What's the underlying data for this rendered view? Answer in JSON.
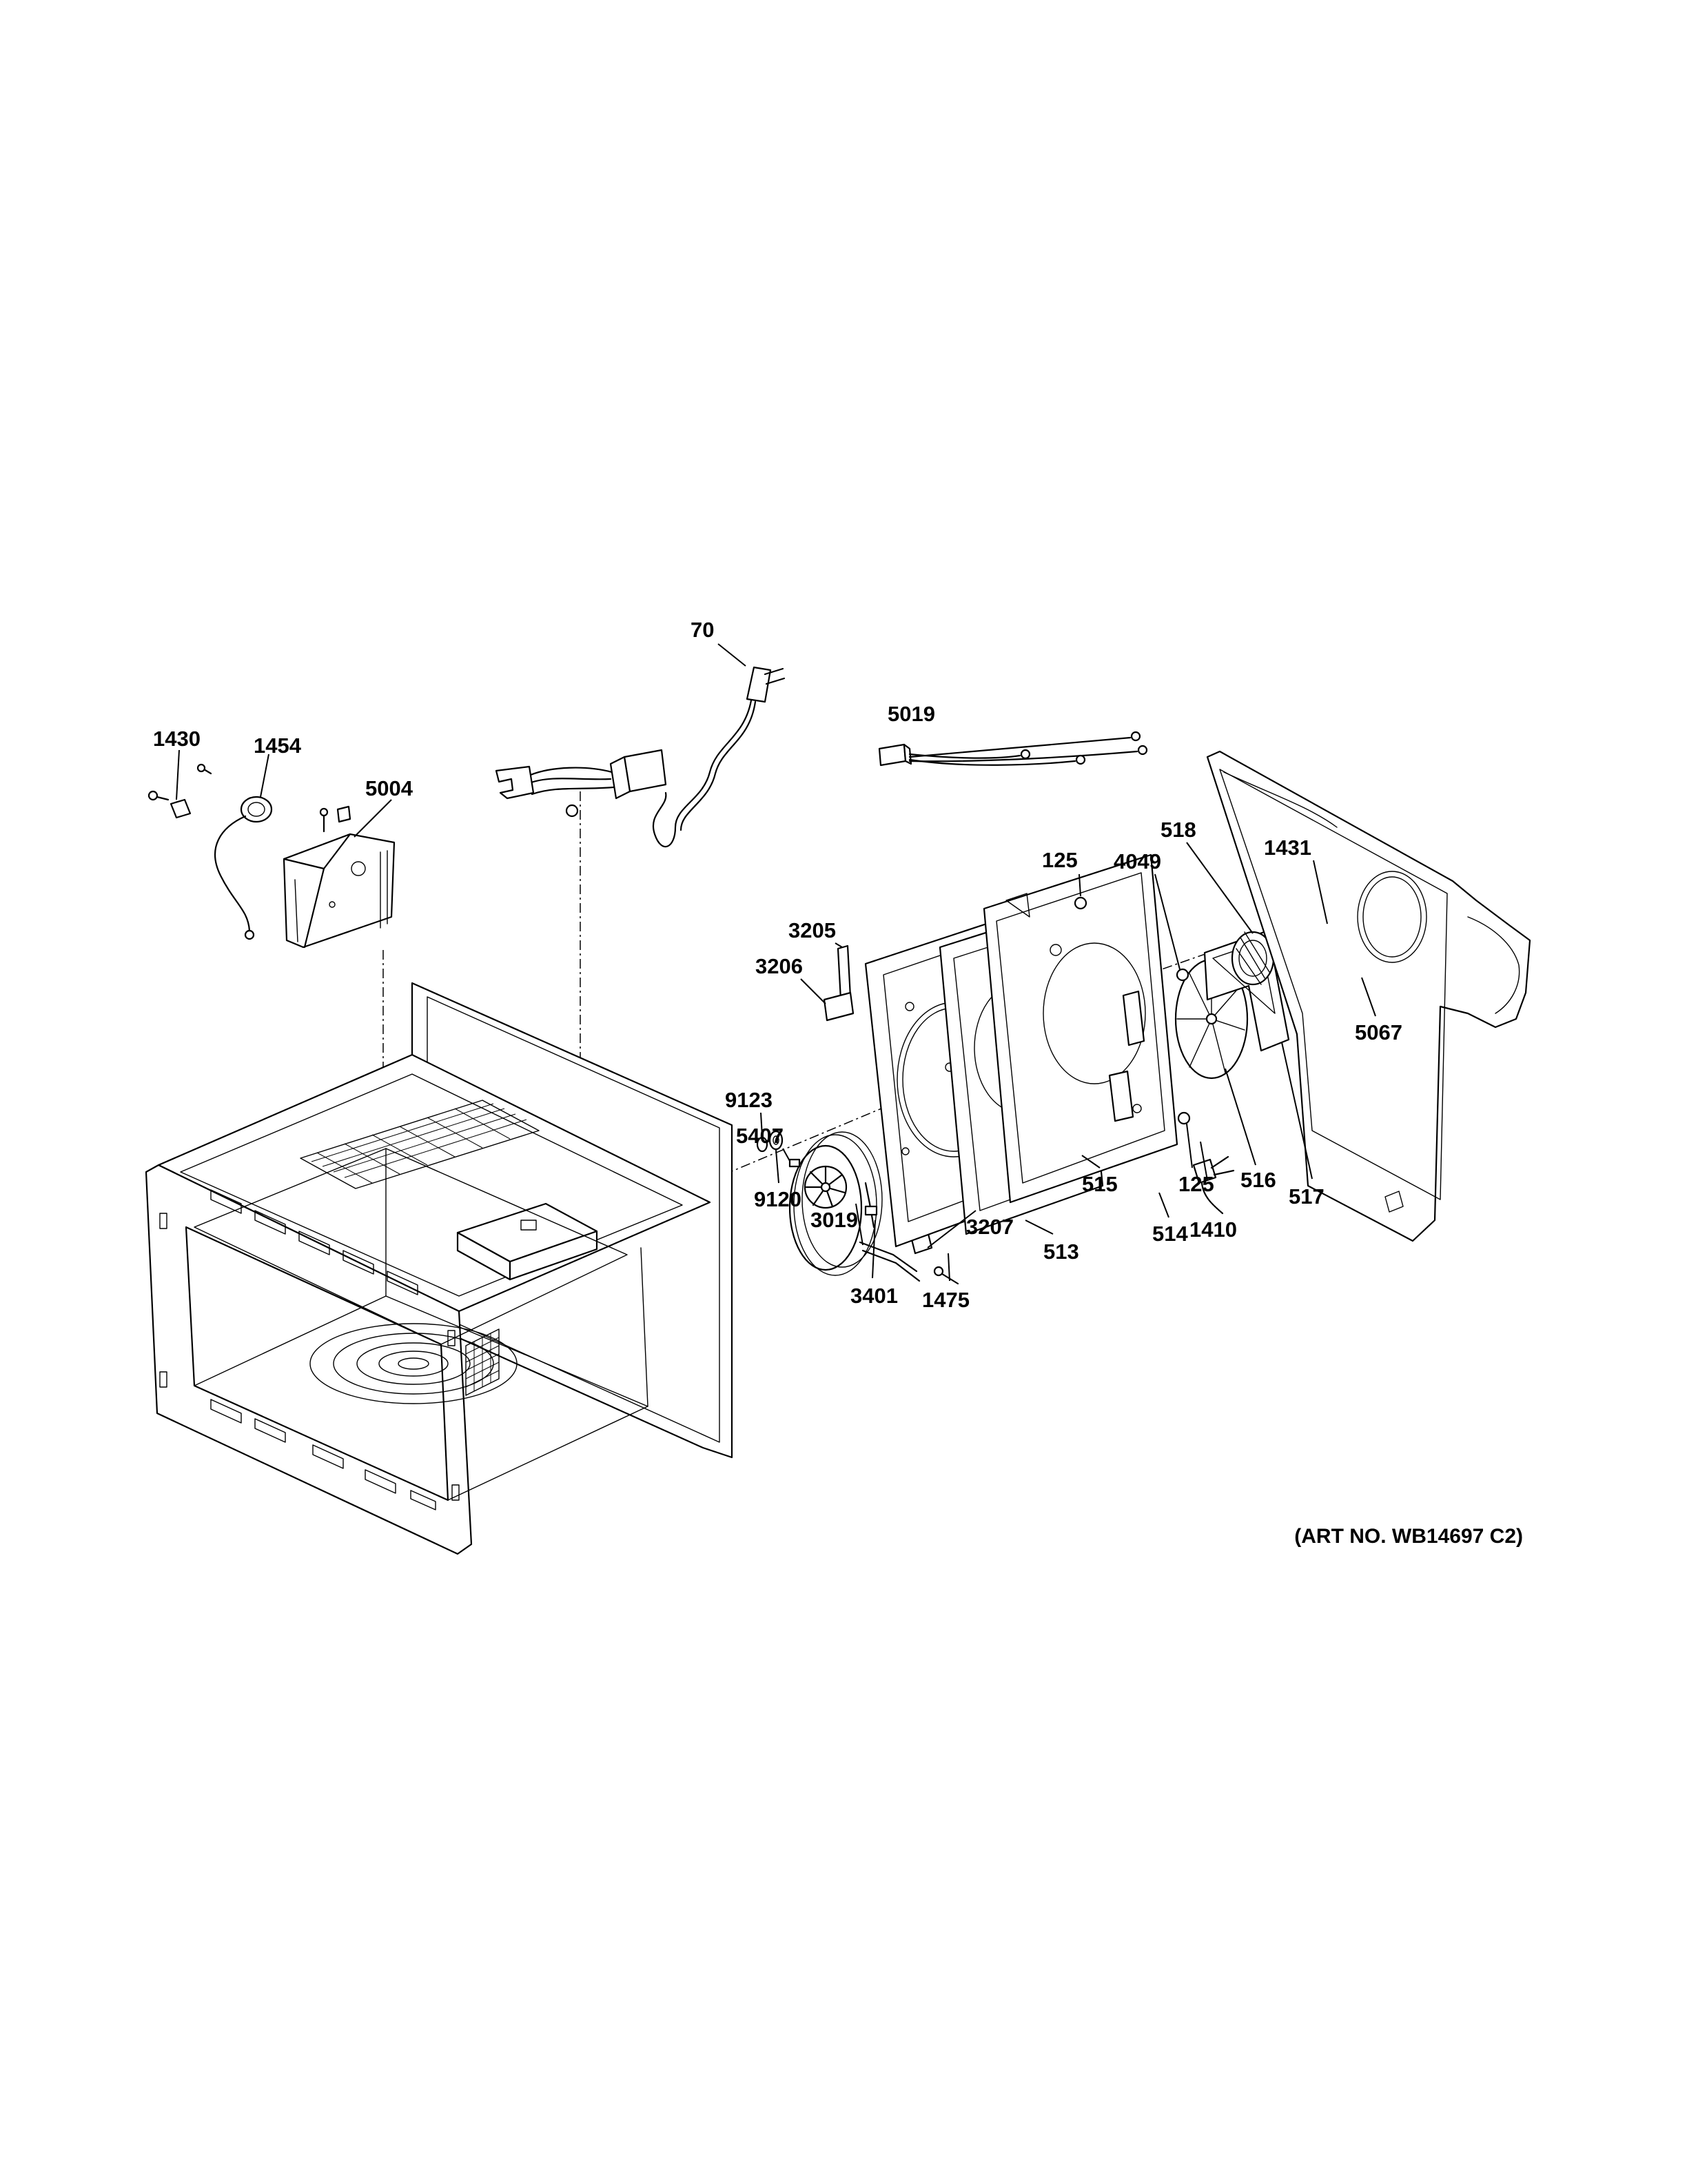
{
  "diagram": {
    "art_number": "(ART NO. WB14697 C2)",
    "callouts": {
      "c70": "70",
      "c5019": "5019",
      "c1430": "1430",
      "c1454": "1454",
      "c5004": "5004",
      "c125a": "125",
      "c4049": "4049",
      "c518": "518",
      "c1431": "1431",
      "c5067": "5067",
      "c3205": "3205",
      "c3206": "3206",
      "c5407": "5407",
      "c9123": "9123",
      "c9120": "9120",
      "c125b": "125",
      "c516": "516",
      "c517": "517",
      "c515": "515",
      "c1410": "1410",
      "c3019": "3019",
      "c3207": "3207",
      "c513": "513",
      "c514": "514",
      "c1475": "1475",
      "c3401": "3401"
    }
  }
}
